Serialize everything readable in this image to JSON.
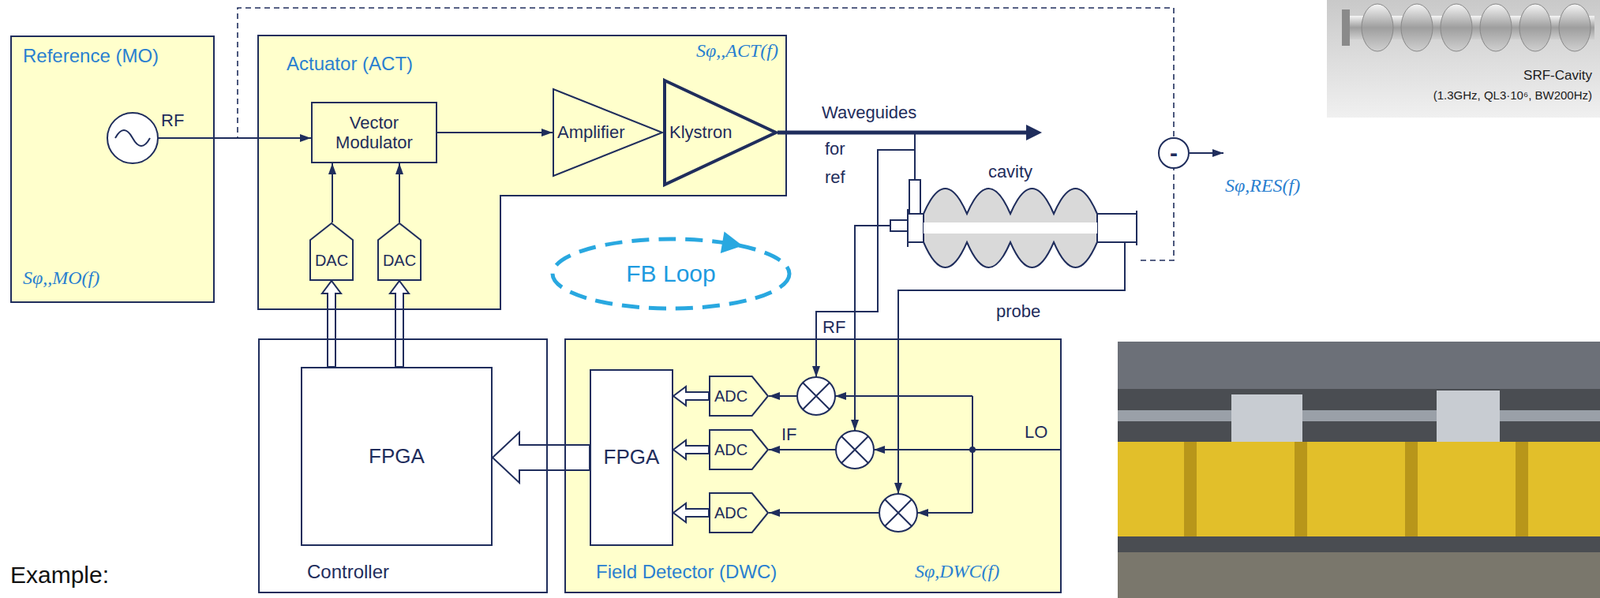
{
  "diagram": {
    "nodes": [
      {
        "text": [
          "Reference (MO)",
          "Sφ,,MO(f)"
        ]
      },
      {
        "text": [
          "Actuator (ACT)",
          "Sφ,,ACT(f)"
        ]
      },
      {
        "text": [
          "Vector Modulator"
        ],
        "in": 1
      },
      {
        "text": [
          "DAC"
        ],
        "in": 1
      },
      {
        "text": [
          "DAC"
        ],
        "in": 1
      },
      {
        "text": [
          "Amplifier"
        ],
        "in": 1
      },
      {
        "text": [
          "Klystron"
        ],
        "in": 1
      },
      {
        "text": [
          "Controller"
        ]
      },
      {
        "text": [
          "FPGA"
        ],
        "in": 7
      },
      {
        "text": [
          "Field Detector (DWC)",
          "Sφ,DWC(f)"
        ]
      },
      {
        "text": [
          "FPGA"
        ],
        "in": 9
      },
      {
        "text": [
          "ADC"
        ],
        "in": 9
      },
      {
        "text": [
          "ADC"
        ],
        "in": 9
      },
      {
        "text": [
          "ADC"
        ],
        "in": 9
      },
      {
        "text": [
          "FB Loop"
        ]
      },
      {
        "text": [
          "cavity"
        ]
      },
      {
        "text": [
          "-"
        ]
      }
    ],
    "edges": [
      {
        "from": 0,
        "to": 2,
        "arrow": "to"
      },
      {
        "from": 2,
        "to": 5,
        "arrow": "to"
      },
      {
        "from": 3,
        "to": 2,
        "arrow": "to"
      },
      {
        "from": 4,
        "to": 2,
        "arrow": "to"
      },
      {
        "from": 8,
        "to": 3,
        "arrow": "to"
      },
      {
        "from": 8,
        "to": 4,
        "arrow": "to"
      },
      {
        "from": 10,
        "to": 8,
        "arrow": "to"
      },
      {
        "from": 11,
        "to": 10,
        "arrow": "to"
      },
      {
        "from": 12,
        "to": 10,
        "arrow": "to"
      },
      {
        "from": 13,
        "to": 10,
        "arrow": "to"
      },
      {
        "from": 0,
        "to": 16,
        "arrow": "none"
      },
      {
        "from": 15,
        "to": 16,
        "arrow": "none"
      }
    ],
    "labels": [
      "RF",
      "Waveguides",
      "for",
      "ref",
      "probe",
      "RF",
      "IF",
      "LO",
      "Sφ,RES(f)",
      "SRF-Cavity",
      "(1.3GHz, QL3·10⁶, BW200Hz)",
      "Example:"
    ]
  }
}
